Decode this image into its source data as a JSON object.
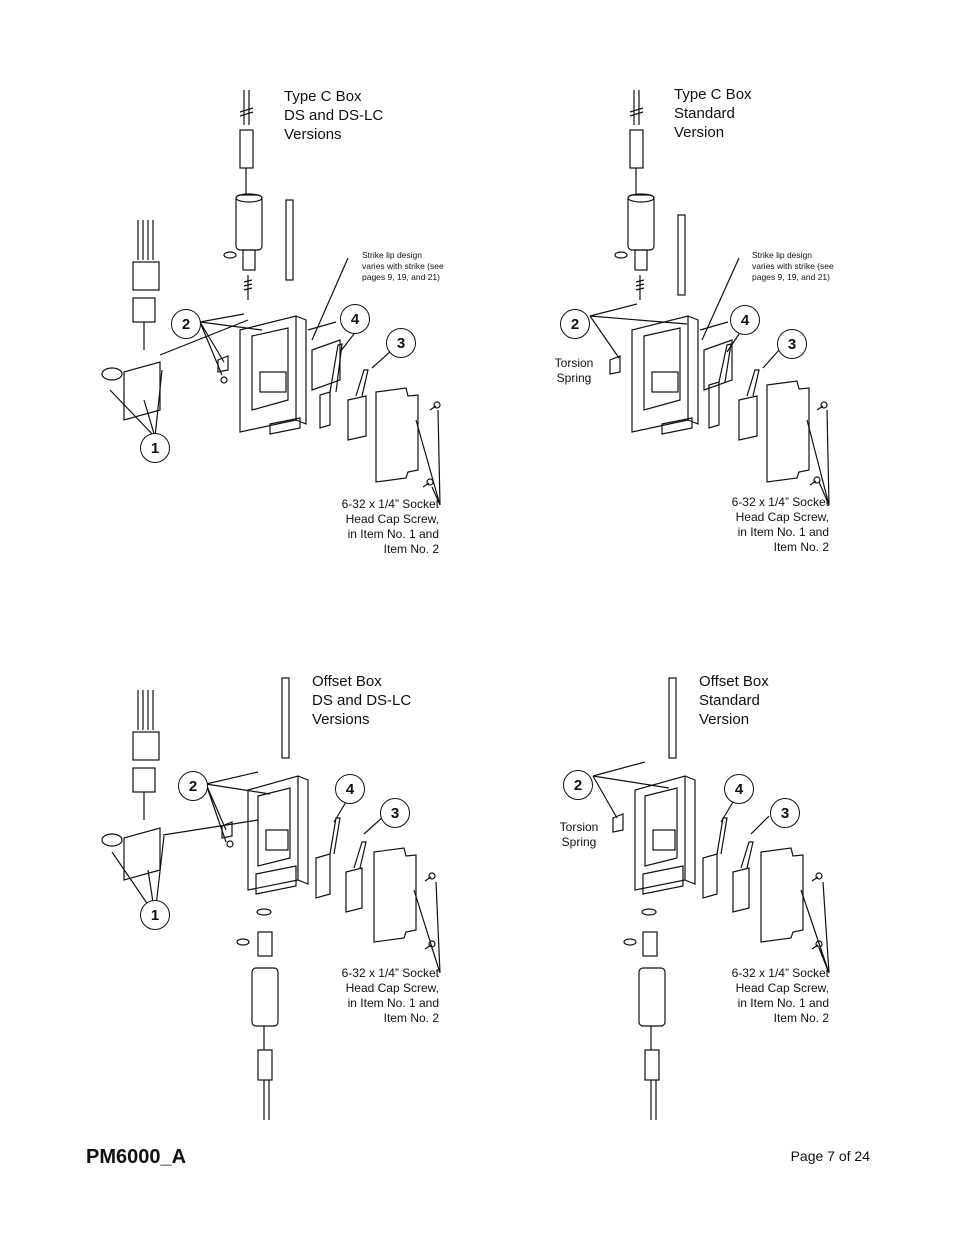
{
  "document": {
    "id": "PM6000_A",
    "page": "Page 7 of 24"
  },
  "views": [
    {
      "title": "Type C Box\nDS and DS-LC\nVersions",
      "strike_note": "Strike lip design\nvaries with strike (see\npages 9, 19, and 21)",
      "screw_note": "6-32 x 1/4” Socket\nHead Cap Screw,\nin Item No. 1 and\nItem No. 2",
      "callouts": [
        "1",
        "2",
        "3",
        "4"
      ]
    },
    {
      "title": "Type C Box\nStandard\nVersion",
      "strike_note": "Strike lip design\nvaries with strike (see\npages 9, 19, and 21)",
      "spring_label": "Torsion\nSpring",
      "screw_note": "6-32 x 1/4” Socket\nHead Cap Screw,\nin Item No. 1 and\nItem No. 2",
      "callouts": [
        "2",
        "3",
        "4"
      ]
    },
    {
      "title": "Offset Box\nDS and DS-LC\nVersions",
      "screw_note": "6-32 x 1/4” Socket\nHead Cap Screw,\nin Item No. 1 and\nItem No. 2",
      "callouts": [
        "1",
        "2",
        "3",
        "4"
      ]
    },
    {
      "title": "Offset Box\nStandard\nVersion",
      "spring_label": "Torsion\nSpring",
      "screw_note": "6-32 x 1/4” Socket\nHead Cap Screw,\nin Item No. 1 and\nItem No. 2",
      "callouts": [
        "2",
        "3",
        "4"
      ]
    }
  ]
}
